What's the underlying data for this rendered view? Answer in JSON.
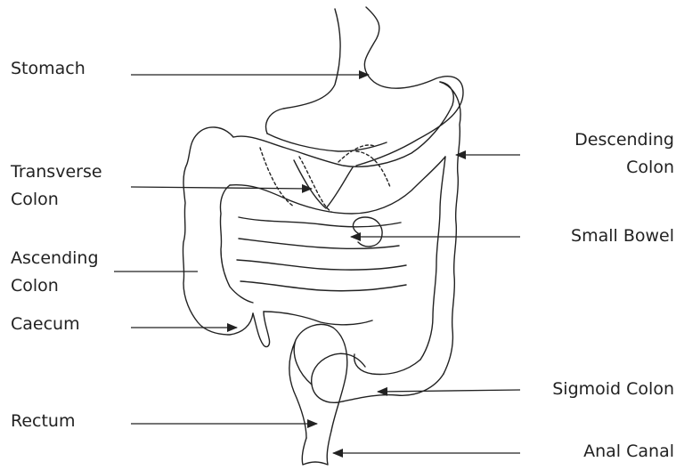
{
  "labels": {
    "stomach": "Stomach",
    "transverse_colon_line1": "Transverse",
    "transverse_colon_line2": "Colon",
    "ascending_colon_line1": "Ascending",
    "ascending_colon_line2": "Colon",
    "caecum": "Caecum",
    "rectum": "Rectum",
    "descending_colon_line1": "Descending",
    "descending_colon_line2": "Colon",
    "small_bowel": "Small Bowel",
    "sigmoid_colon": "Sigmoid Colon",
    "anal_canal": "Anal Canal"
  },
  "colors": {
    "line": "#222222",
    "background": "#ffffff"
  }
}
